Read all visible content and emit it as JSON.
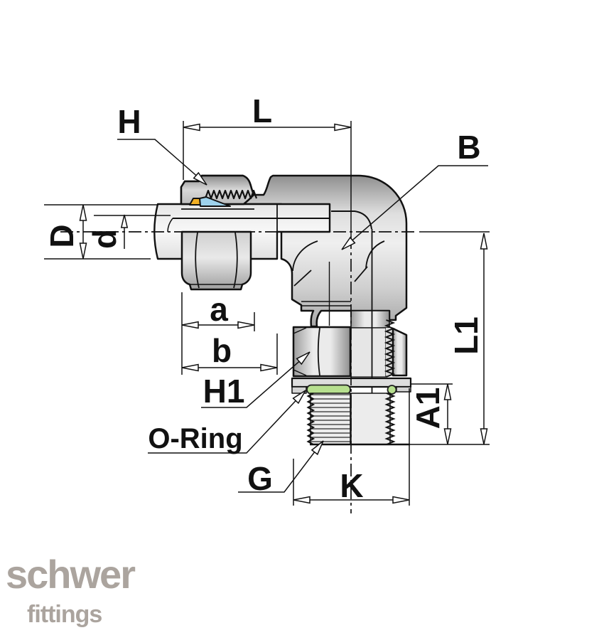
{
  "diagram": {
    "dimension_labels": {
      "h": "H",
      "l": "L",
      "b_leader": "B",
      "d_outer": "D",
      "d_inner": "d",
      "a": "a",
      "b": "b",
      "h1": "H1",
      "o_ring": "O-Ring",
      "g": "G",
      "k": "K",
      "a1": "A1",
      "l1": "L1"
    },
    "colors": {
      "outline": "#111111",
      "o_ring_green": "#b7e08f",
      "cutting_ring_yellow": "#f2b025",
      "cutting_ring_blue": "#9ed2ec",
      "logo_gray": "#aba49e"
    }
  },
  "logo": {
    "brand": "schwer",
    "tagline": "fittings"
  }
}
